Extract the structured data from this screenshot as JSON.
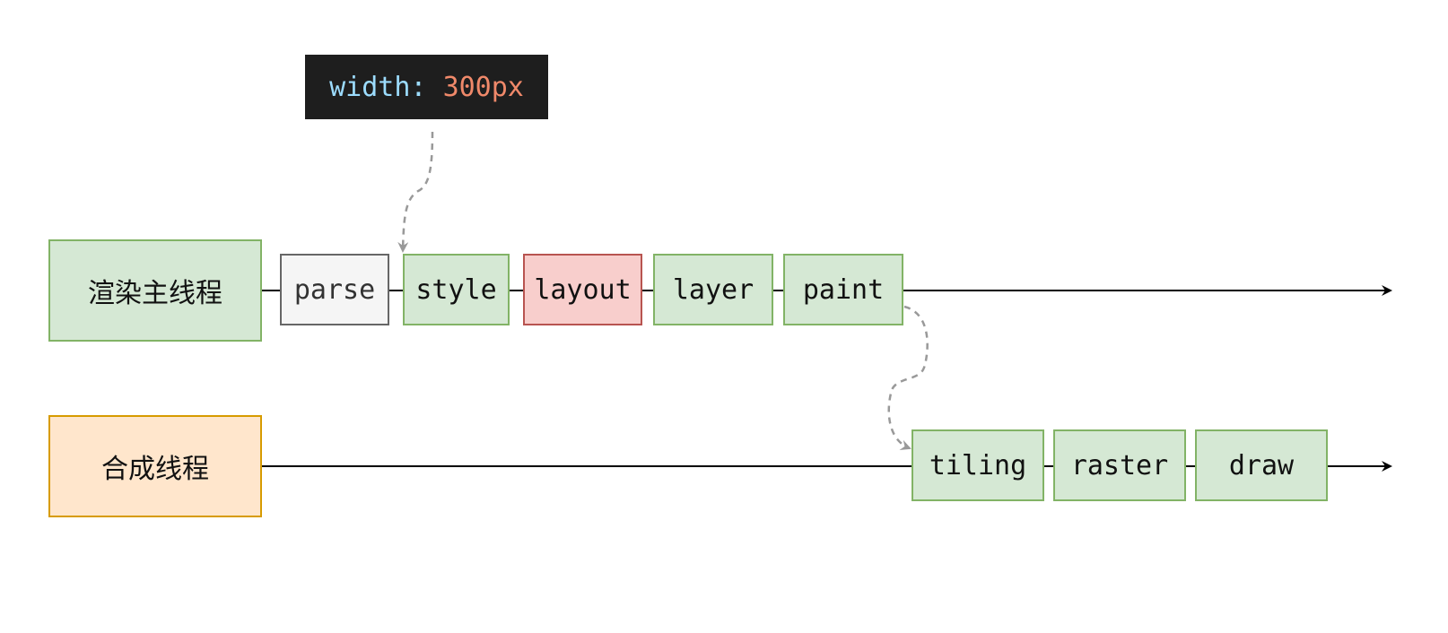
{
  "code_label": {
    "property": "width:",
    "value": "300px",
    "property_color": "#9cdcfe",
    "value_color": "#f0896a",
    "background": "#1e1e1e"
  },
  "threads": {
    "main": {
      "label": "渲染主线程"
    },
    "compositor": {
      "label": "合成线程"
    }
  },
  "main_stages": [
    "parse",
    "style",
    "layout",
    "layer",
    "paint"
  ],
  "compositor_stages": [
    "tiling",
    "raster",
    "draw"
  ],
  "colors": {
    "green_fill": "#d5e8d4",
    "green_border": "#82b366",
    "red_fill": "#f8cecc",
    "red_border": "#b85450",
    "gray_fill": "#f5f5f5",
    "gray_border": "#666666",
    "orange_fill": "#ffe6cc",
    "orange_border": "#d79b00",
    "dashed_arrow": "#999999"
  }
}
